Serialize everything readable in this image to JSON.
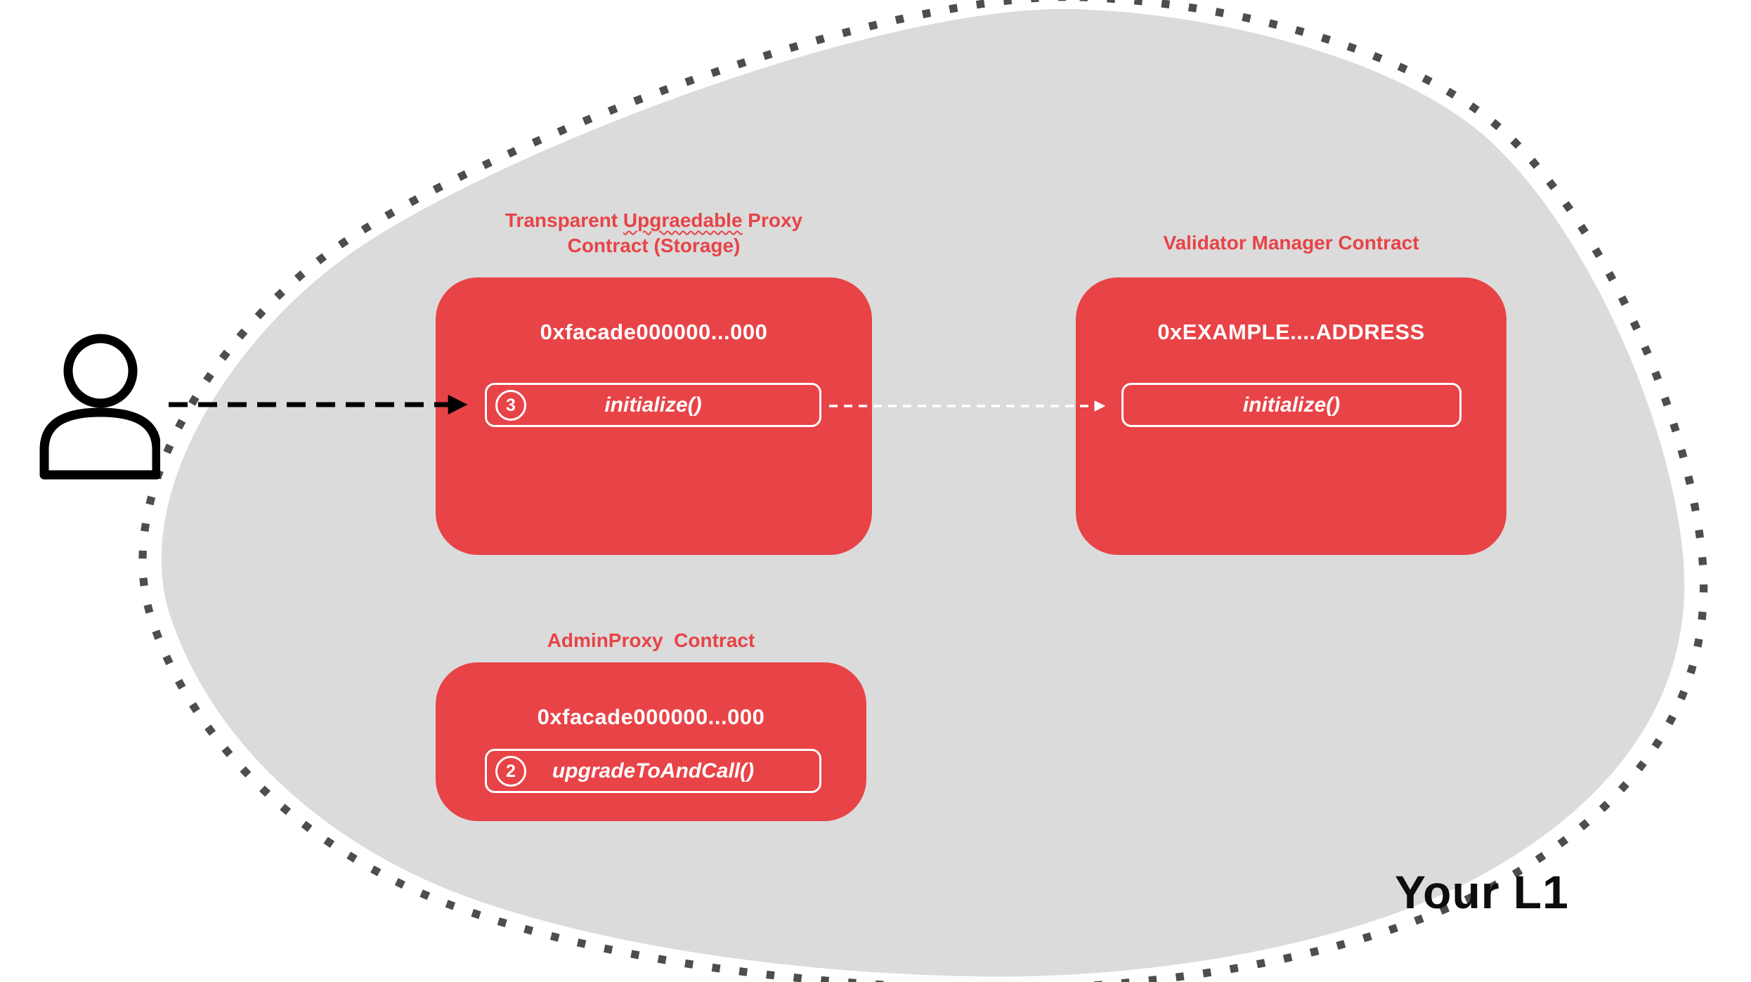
{
  "region": {
    "label": "Your L1"
  },
  "colors": {
    "brand_red": "#e84347",
    "blob_gray": "#dbdbdb",
    "dot_gray": "#4d4d4d",
    "text_white": "#ffffff",
    "arrow_black": "#000000"
  },
  "actor": {
    "icon": "user-icon"
  },
  "proxy_box": {
    "title_pre": "Transparent ",
    "title_misspelled": "Upgraedable",
    "title_post": " Proxy",
    "title_line2": "Contract (Storage)",
    "address": "0xfacade000000...000",
    "step_badge": "3",
    "method": "initialize()"
  },
  "validator_box": {
    "title": "Validator Manager Contract",
    "address": "0xEXAMPLE....ADDRESS",
    "method": "initialize()"
  },
  "admin_box": {
    "title": "AdminProxy  Contract",
    "address": "0xfacade000000...000",
    "step_badge": "2",
    "method": "upgradeToAndCall()"
  }
}
